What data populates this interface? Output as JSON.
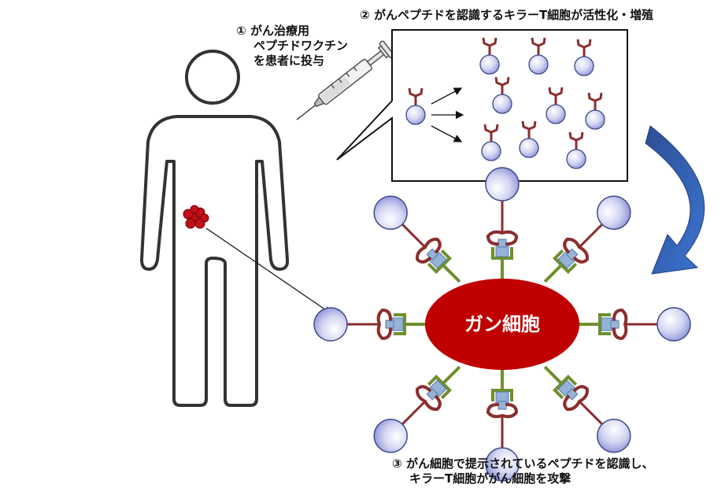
{
  "step1": {
    "number": "①",
    "lines": [
      "がん治療用",
      "ペプチドワクチン",
      "を患者に投与"
    ]
  },
  "step2": {
    "number": "②",
    "text": "がんペプチドを認識するキラーT細胞が活性化・増殖"
  },
  "step3": {
    "number": "③",
    "lines": [
      "がん細胞で提示されているペプチドを認識し、",
      "キラーT細胞ががん細胞を攻撃"
    ]
  },
  "cancer_cell": {
    "label": "ガン細胞"
  },
  "colors": {
    "tumor": "#c00000",
    "tumor_small": "#c0101a",
    "receptor": "#8b2e2e",
    "mhc": "#6e8f2e",
    "peptide": "#95b3d7",
    "cell_fill_center": "#ffffff",
    "cell_fill_edge": "#9da3de",
    "cell_stroke": "#3d4a8a",
    "arrow_blue": "#2f5fb2"
  },
  "icons": {
    "human": "human-silhouette-icon",
    "syringe": "syringe-icon",
    "curved_arrow": "curved-arrow-icon",
    "tcell": "t-cell-icon"
  }
}
